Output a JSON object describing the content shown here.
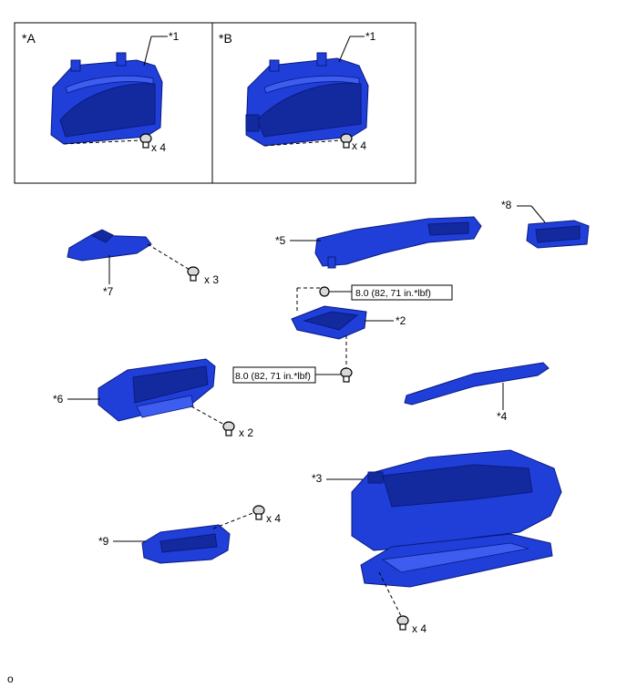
{
  "variants": [
    {
      "label": "*A",
      "part_callout": "*1",
      "qty": "x 4"
    },
    {
      "label": "*B",
      "part_callout": "*1",
      "qty": "x 4"
    }
  ],
  "callouts": {
    "c2": "*2",
    "c3": "*3",
    "c4": "*4",
    "c5": "*5",
    "c6": "*6",
    "c7": "*7",
    "c8": "*8",
    "c9": "*9"
  },
  "quantities": {
    "q7": "x 3",
    "q6": "x 2",
    "q9": "x 4",
    "q3": "x 4"
  },
  "torque": {
    "upper": "8.0 (82, 71 in.*lbf)",
    "lower": "8.0 (82, 71 in.*lbf)"
  },
  "footer_mark": "o",
  "colors": {
    "part_fill": "#1f3fd8",
    "part_stroke": "#0a1a80"
  }
}
